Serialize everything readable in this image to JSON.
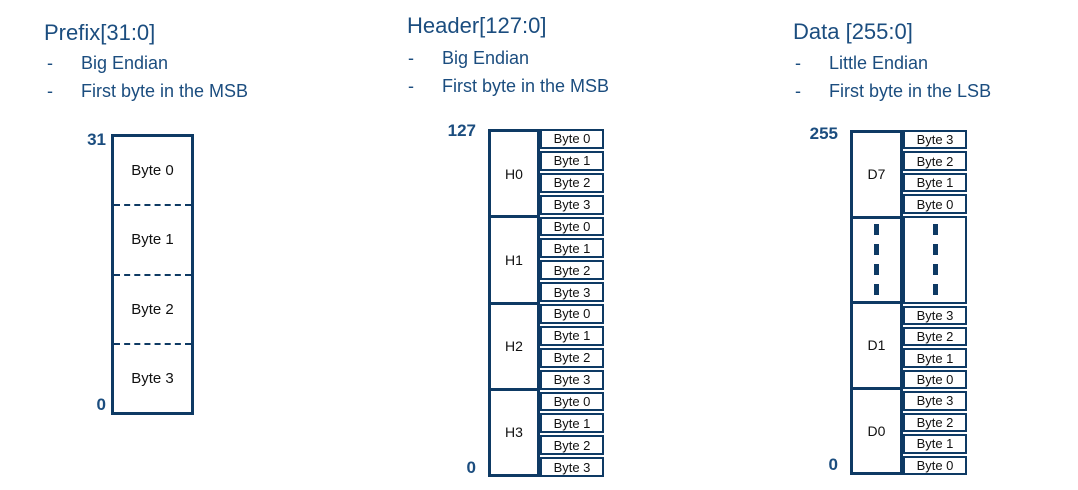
{
  "bullet_char": "-",
  "colors": {
    "border_navy": "#0e3a64",
    "text_blue": "#1b4d7f",
    "cell_text": "#111111",
    "background": "#ffffff"
  },
  "sections": [
    {
      "title": "Prefix[31:0]",
      "bullets": [
        "Big Endian",
        "First byte in the MSB"
      ],
      "top_label": "31",
      "bottom_label": "0",
      "diagram": {
        "type": "single-column",
        "cells": [
          "Byte 0",
          "Byte 1",
          "Byte 2",
          "Byte 3"
        ]
      }
    },
    {
      "title": "Header[127:0]",
      "bullets": [
        "Big Endian",
        "First byte in the MSB"
      ],
      "top_label": "127",
      "bottom_label": "0",
      "diagram": {
        "type": "two-column",
        "rows": [
          {
            "label": "H0",
            "bytes": [
              "Byte 0",
              "Byte 1",
              "Byte 2",
              "Byte 3"
            ]
          },
          {
            "label": "H1",
            "bytes": [
              "Byte 0",
              "Byte 1",
              "Byte 2",
              "Byte 3"
            ]
          },
          {
            "label": "H2",
            "bytes": [
              "Byte 0",
              "Byte 1",
              "Byte 2",
              "Byte 3"
            ]
          },
          {
            "label": "H3",
            "bytes": [
              "Byte 0",
              "Byte 1",
              "Byte 2",
              "Byte 3"
            ]
          }
        ]
      }
    },
    {
      "title": "Data [255:0]",
      "bullets": [
        "Little Endian",
        "First byte in the LSB"
      ],
      "top_label": "255",
      "bottom_label": "0",
      "diagram": {
        "type": "two-column",
        "rows": [
          {
            "label": "D7",
            "bytes": [
              "Byte 3",
              "Byte 2",
              "Byte 1",
              "Byte 0"
            ]
          },
          {
            "label": "",
            "gap": true
          },
          {
            "label": "D1",
            "bytes": [
              "Byte 3",
              "Byte 2",
              "Byte 1",
              "Byte 0"
            ]
          },
          {
            "label": "D0",
            "bytes": [
              "Byte 3",
              "Byte 2",
              "Byte 1",
              "Byte 0"
            ]
          }
        ]
      }
    }
  ]
}
